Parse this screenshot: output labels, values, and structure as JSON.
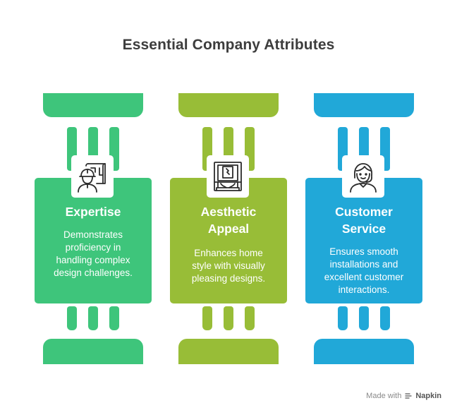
{
  "title": "Essential Company Attributes",
  "pillars": [
    {
      "heading_lines": [
        "Expertise"
      ],
      "description_lines": [
        "Demonstrates",
        "proficiency in",
        "handling complex",
        "design challenges."
      ],
      "icon": "engineer-blueprint-icon",
      "color": "#3ec57b"
    },
    {
      "heading_lines": [
        "Aesthetic",
        "Appeal"
      ],
      "description_lines": [
        "Enhances home",
        "style with visually",
        "pleasing designs."
      ],
      "icon": "framed-art-window-icon",
      "color": "#98bd37"
    },
    {
      "heading_lines": [
        "Customer",
        "Service"
      ],
      "description_lines": [
        "Ensures smooth",
        "installations and",
        "excellent customer",
        "interactions."
      ],
      "icon": "support-agent-headset-icon",
      "color": "#21a8d8"
    }
  ],
  "footer": {
    "made_with": "Made with",
    "brand": "Napkin",
    "icon": "napkin-pen-icon"
  }
}
